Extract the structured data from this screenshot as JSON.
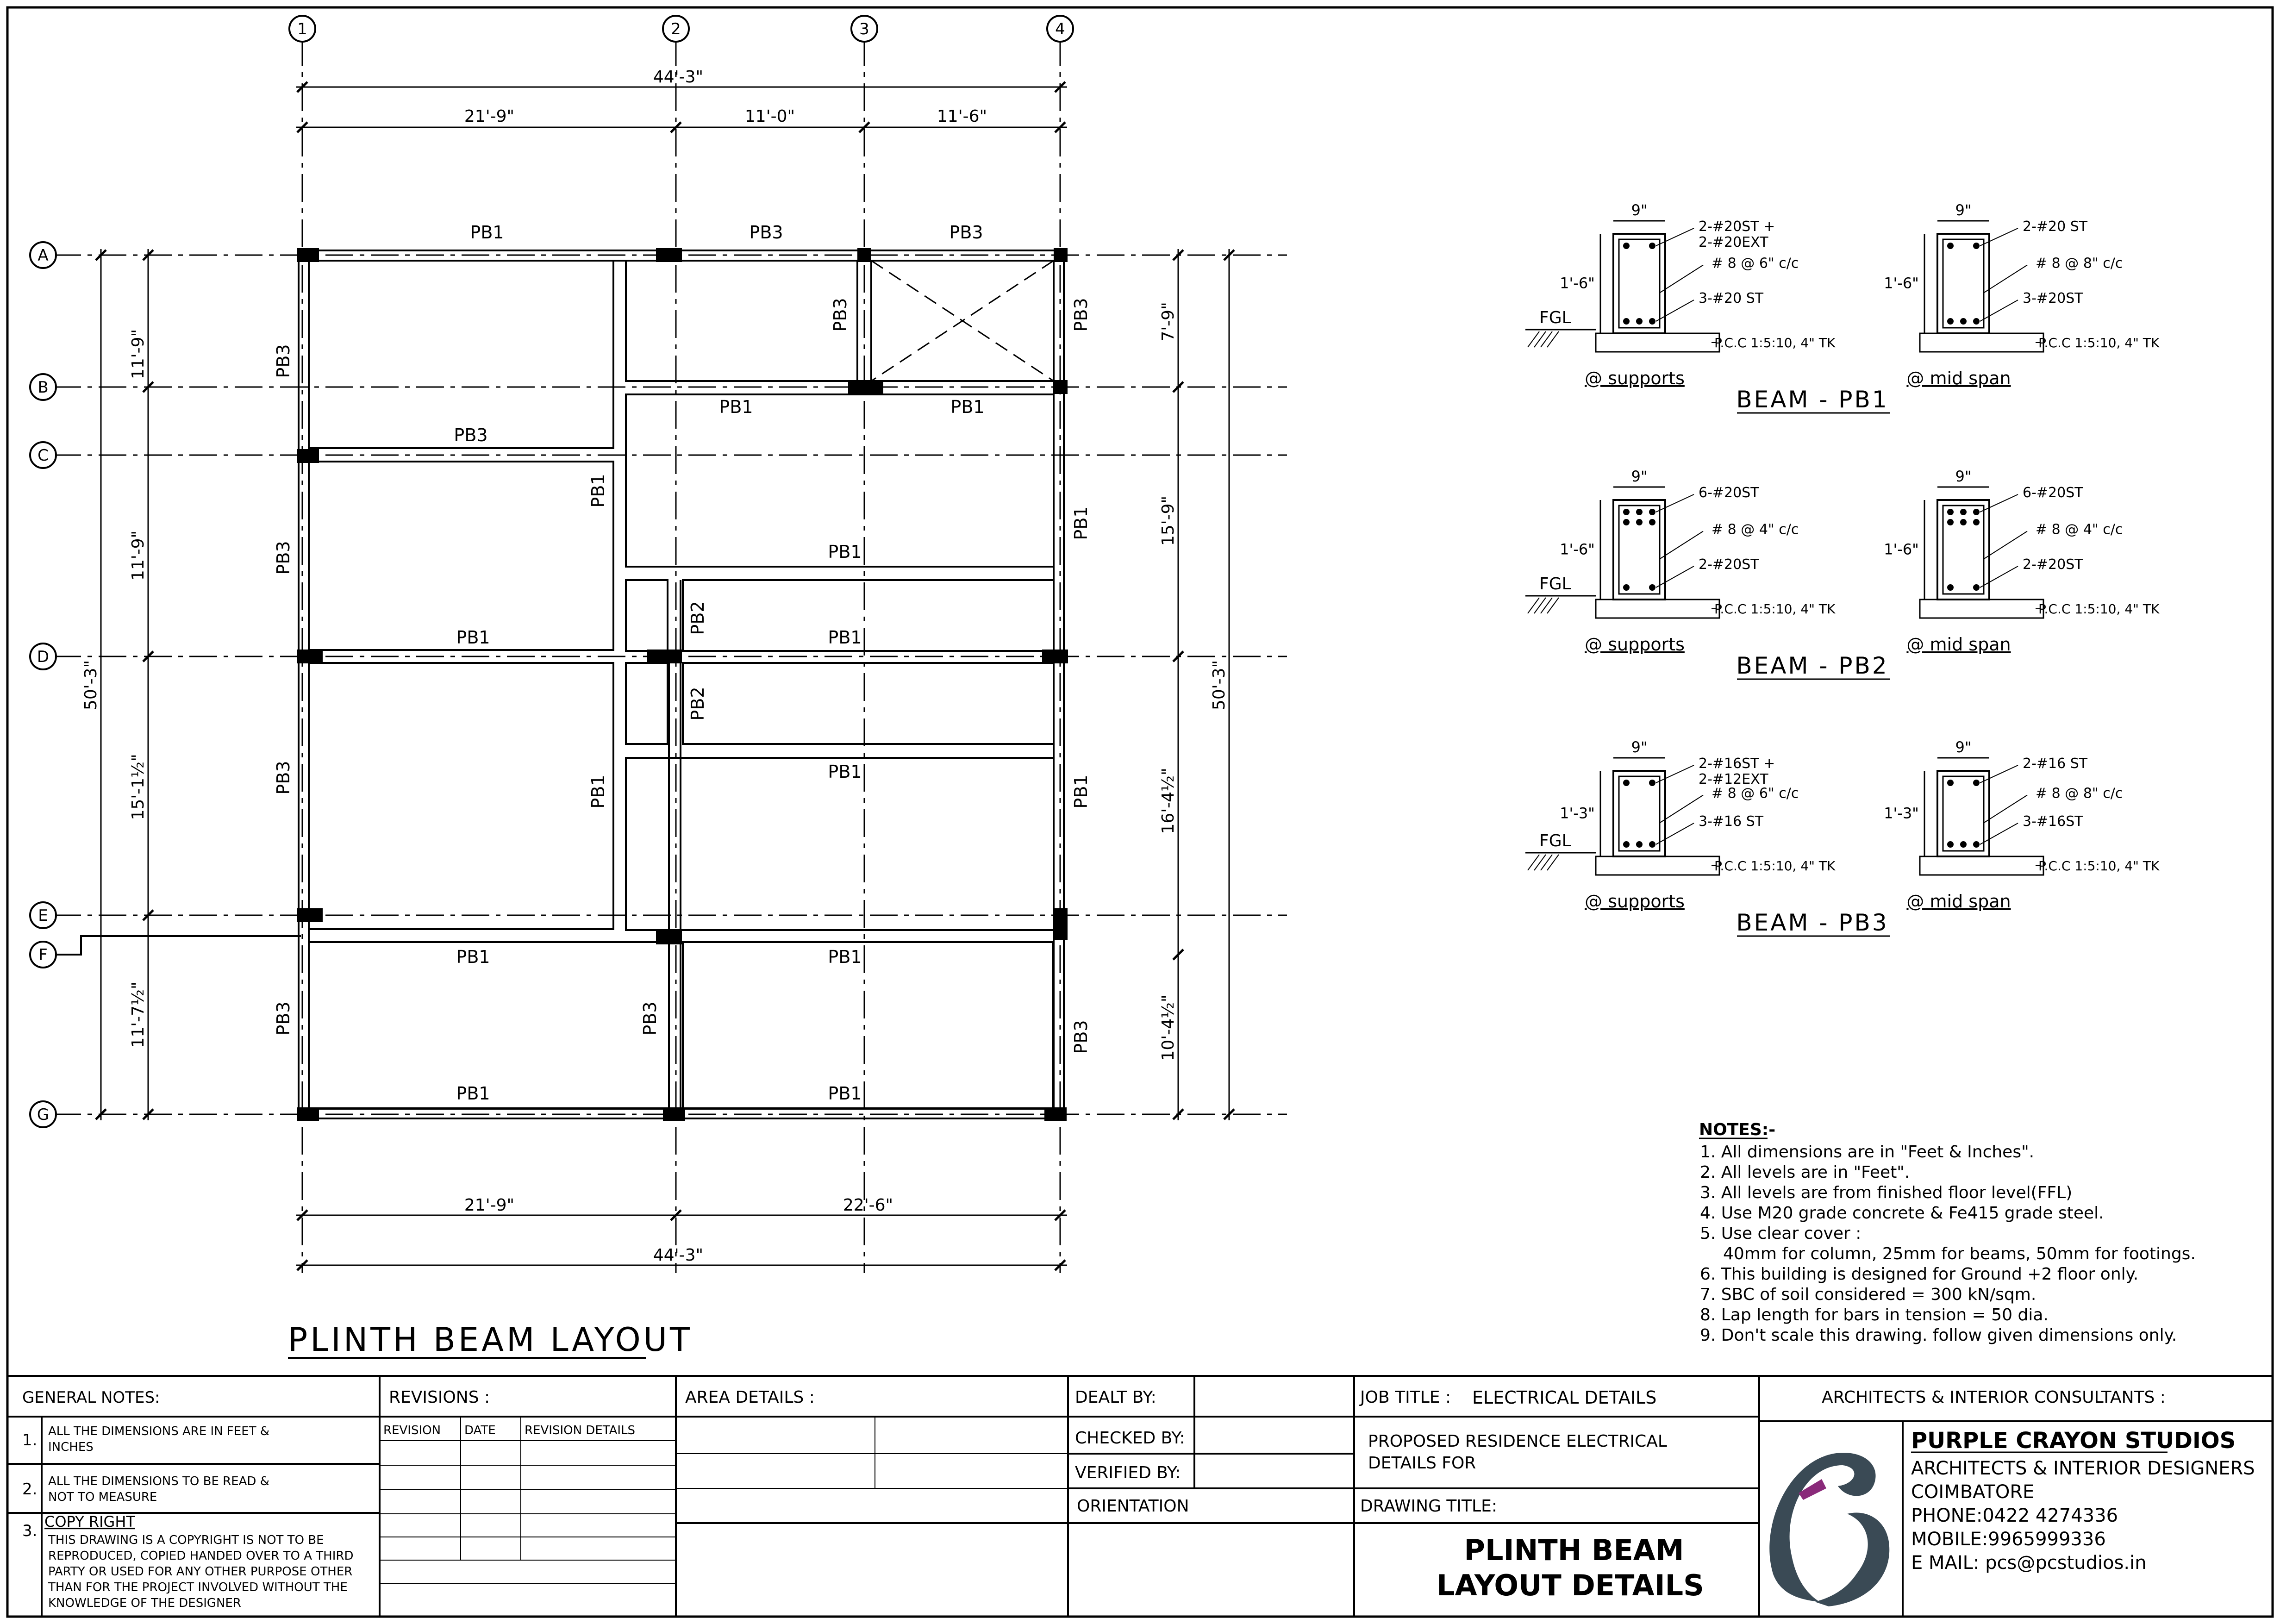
{
  "plan": {
    "title": "PLINTH BEAM LAYOUT",
    "grid_cols": [
      "1",
      "2",
      "3",
      "4"
    ],
    "grid_rows": [
      "A",
      "B",
      "C",
      "D",
      "E",
      "F",
      "G"
    ],
    "dims_top": {
      "overall": "44'-3\"",
      "seg1": "21'-9\"",
      "seg2": "11'-0\"",
      "seg3": "11'-6\""
    },
    "dims_bottom": {
      "overall": "44'-3\"",
      "seg1": "21'-9\"",
      "seg2": "22'-6\""
    },
    "dims_left": {
      "overall": "50'-3\"",
      "seg1": "11'-9\"",
      "seg2": "11'-9\"",
      "seg3": "15'-1½\"",
      "seg4": "11'-7½\""
    },
    "dims_right": {
      "overall": "50'-3\"",
      "seg1": "7'-9\"",
      "seg2": "15'-9\"",
      "seg3": "16'-4½\"",
      "seg4": "10'-4½\""
    },
    "beam_labels": {
      "pb1": "PB1",
      "pb2": "PB2",
      "pb3": "PB3"
    }
  },
  "sections": {
    "width_label": "9\"",
    "fgl": "FGL",
    "pcc": "P.C.C 1:5:10, 4\" TK",
    "at_supports": "@ supports",
    "at_mid_span": "@ mid span",
    "beams": [
      {
        "title": "BEAM - PB1",
        "depth": "1'-6\"",
        "support": {
          "top1": "2-#20ST +",
          "top2": "2-#20EXT",
          "stirrup": "# 8 @ 6\" c/c",
          "bottom": "3-#20 ST"
        },
        "mid": {
          "top1": "2-#20 ST",
          "stirrup": "# 8 @ 8\" c/c",
          "bottom": "3-#20ST"
        }
      },
      {
        "title": "BEAM - PB2",
        "depth": "1'-6\"",
        "support": {
          "top1": "6-#20ST",
          "stirrup": "# 8 @ 4\" c/c",
          "bottom": "2-#20ST"
        },
        "mid": {
          "top1": "6-#20ST",
          "stirrup": "# 8 @ 4\" c/c",
          "bottom": "2-#20ST"
        }
      },
      {
        "title": "BEAM - PB3",
        "depth": "1'-3\"",
        "support": {
          "top1": "2-#16ST +",
          "top2": "2-#12EXT",
          "stirrup": "# 8 @ 6\" c/c",
          "bottom": "3-#16 ST"
        },
        "mid": {
          "top1": "2-#16 ST",
          "stirrup": "# 8 @ 8\" c/c",
          "bottom": "3-#16ST"
        }
      }
    ]
  },
  "notes": {
    "title": "NOTES:-",
    "items": [
      "1. All dimensions are in \"Feet & Inches\".",
      "2. All levels are in \"Feet\".",
      "3. All levels are from finished floor level(FFL)",
      "4. Use M20 grade concrete & Fe415 grade steel.",
      "5. Use clear cover :",
      "40mm for column, 25mm for beams, 50mm for footings.",
      "6. This building is designed for Ground +2 floor only.",
      "7. SBC of soil considered = 300 kN/sqm.",
      "8. Lap length for bars in tension = 50 dia.",
      "9. Don't scale this drawing. follow given dimensions only."
    ]
  },
  "title_block": {
    "general_notes": "GENERAL NOTES:",
    "gn": [
      {
        "num": "1.",
        "text1": "ALL THE DIMENSIONS ARE IN FEET &",
        "text2": "INCHES"
      },
      {
        "num": "2.",
        "text1": "ALL THE DIMENSIONS TO BE READ &",
        "text2": "NOT TO MEASURE"
      },
      {
        "num": "3.",
        "head": "COPY RIGHT",
        "lines": [
          "THIS DRAWING IS A COPYRIGHT IS NOT TO BE",
          "REPRODUCED, COPIED HANDED OVER TO A THIRD",
          "PARTY OR USED FOR ANY OTHER PURPOSE OTHER",
          "THAN FOR THE PROJECT INVOLVED WITHOUT THE",
          "KNOWLEDGE OF THE DESIGNER"
        ]
      }
    ],
    "revisions": "REVISIONS :",
    "rev_cols": [
      "REVISION",
      "DATE",
      "REVISION DETAILS"
    ],
    "area_details": "AREA DETAILS :",
    "dealt_by": "DEALT BY:",
    "checked_by": "CHECKED BY:",
    "verified_by": "VERIFIED BY:",
    "orientation": "ORIENTATION",
    "job_title_label": "JOB TITLE :",
    "job_title": "ELECTRICAL DETAILS",
    "project1": "PROPOSED RESIDENCE  ELECTRICAL",
    "project2": "DETAILS FOR",
    "drawing_title_label": "DRAWING TITLE:",
    "drawing_title1": "PLINTH BEAM",
    "drawing_title2": "LAYOUT DETAILS",
    "consultants": "ARCHITECTS & INTERIOR CONSULTANTS :",
    "firm": "PURPLE CRAYON STUDIOS",
    "firm_sub": "ARCHITECTS & INTERIOR DESIGNERS",
    "city": "COIMBATORE",
    "phone": "PHONE:0422 4274336",
    "mobile": "MOBILE:9965999336",
    "email": "E MAIL: pcs@pcstudios.in"
  },
  "colors": {
    "logo_dark": "#3a4a55",
    "logo_accent": "#8a2a7a"
  }
}
